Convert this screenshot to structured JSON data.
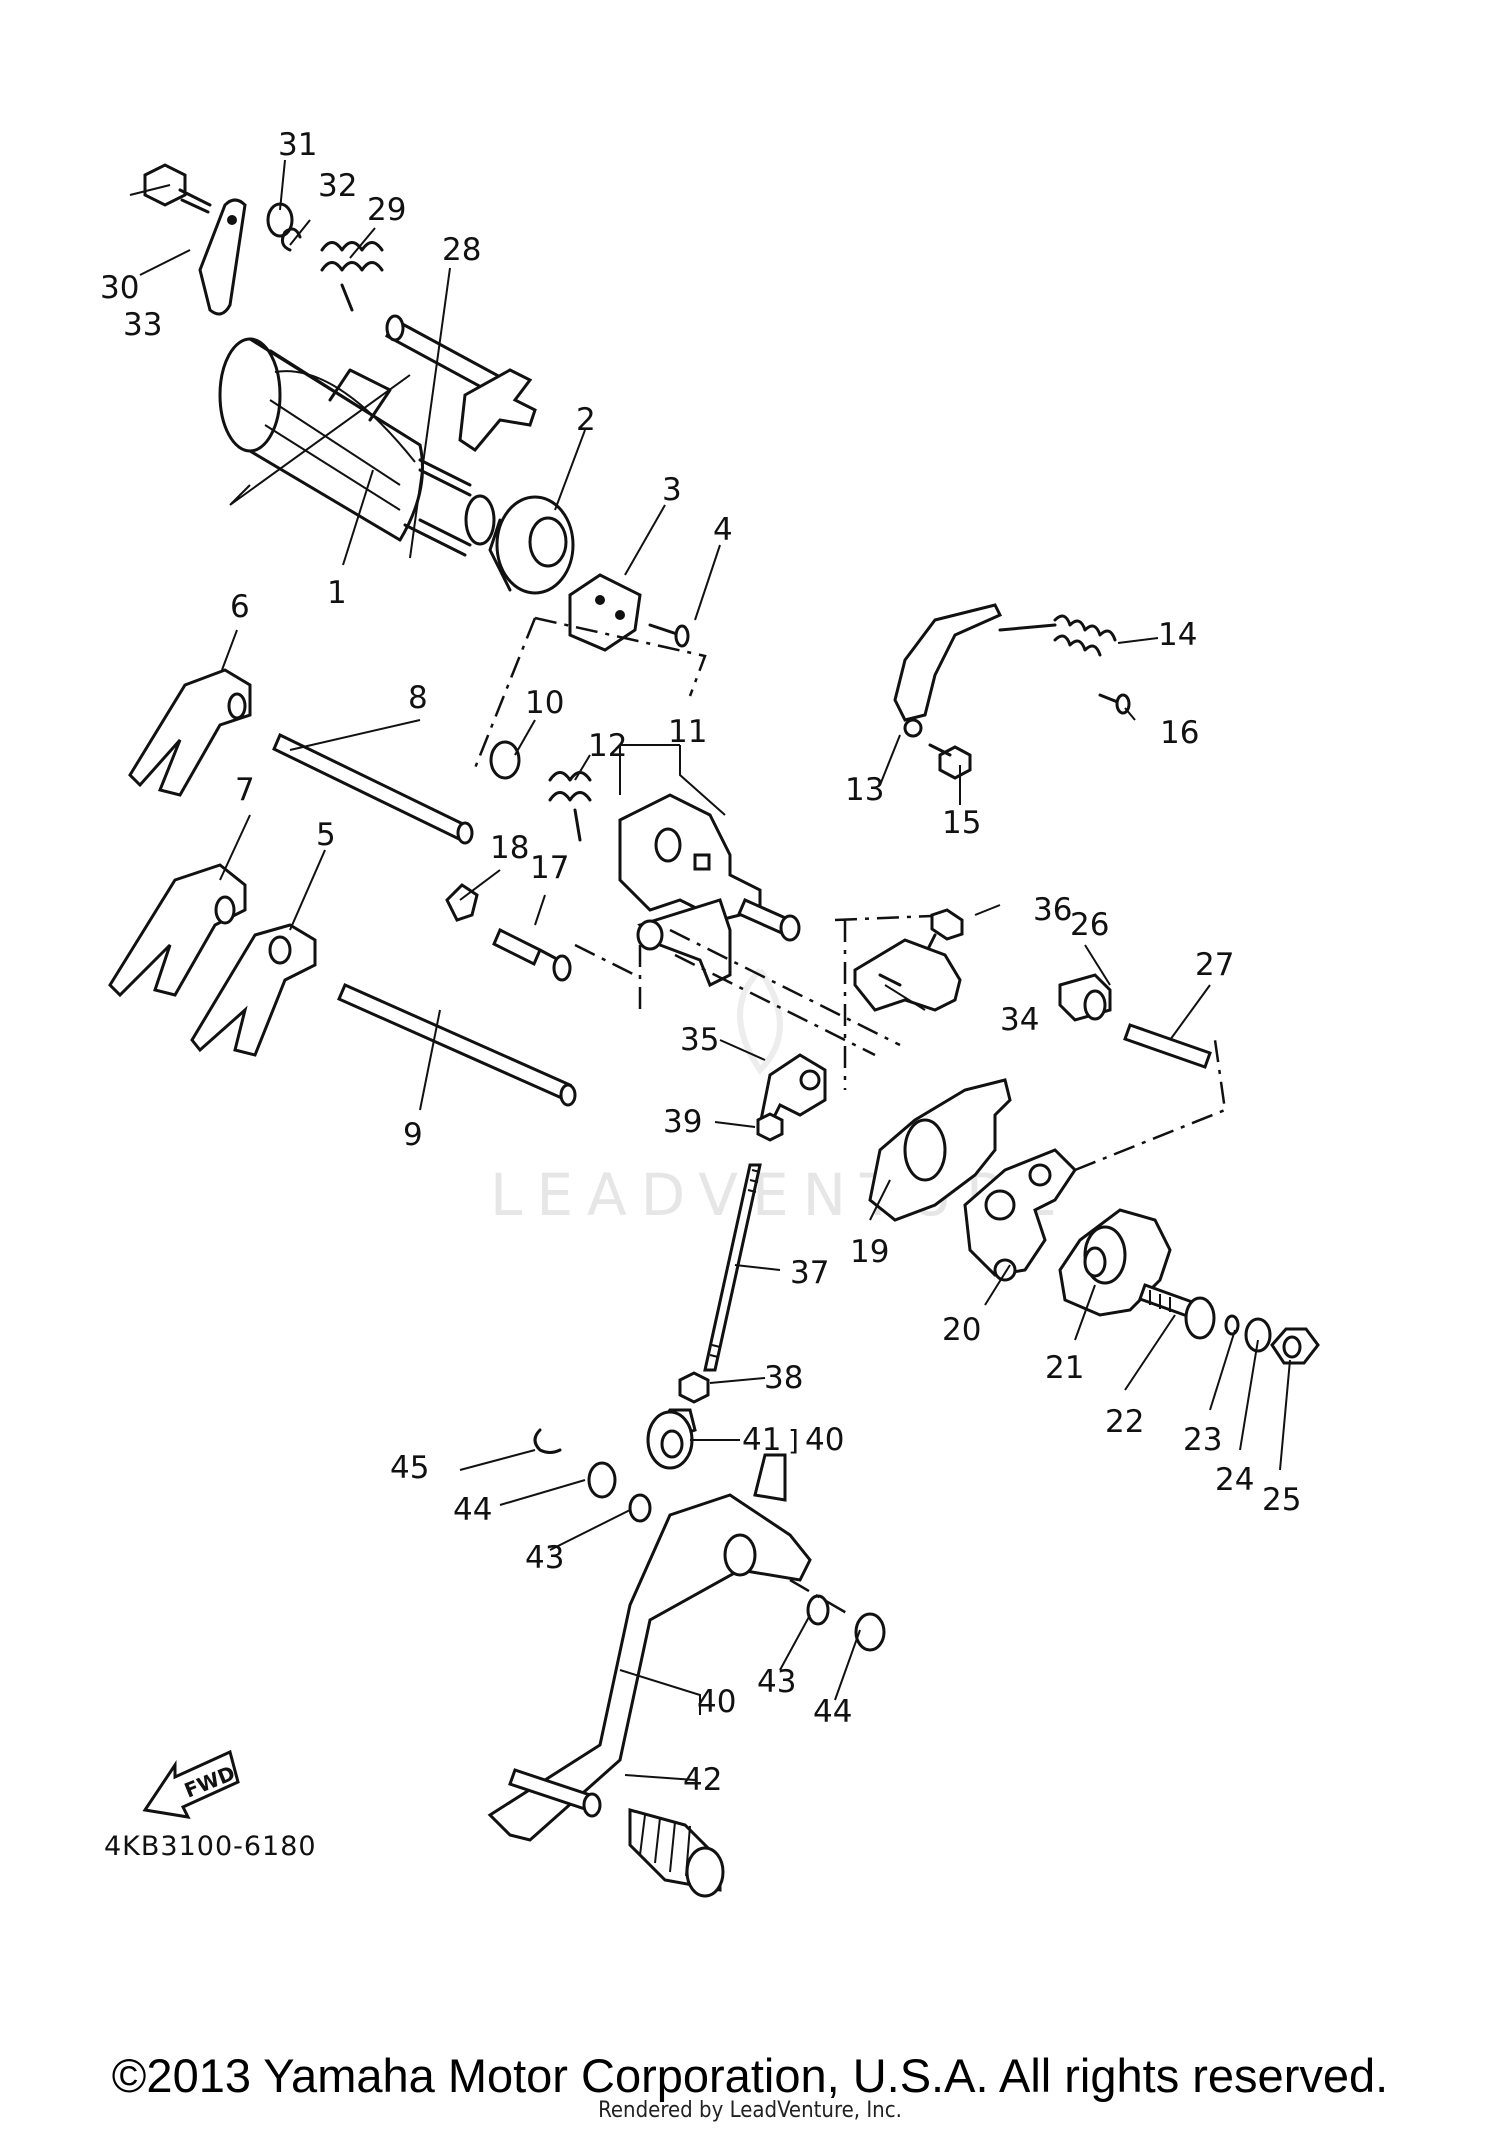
{
  "diagram": {
    "drawing_code": "4KB3100-6180",
    "watermark": "LEADVENTURE",
    "fwd_label": "FWD",
    "callouts": [
      "1",
      "2",
      "3",
      "4",
      "5",
      "6",
      "7",
      "8",
      "9",
      "10",
      "11",
      "12",
      "13",
      "14",
      "15",
      "16",
      "17",
      "18",
      "19",
      "20",
      "21",
      "22",
      "23",
      "24",
      "25",
      "26",
      "27",
      "28",
      "29",
      "30",
      "31",
      "32",
      "33",
      "34",
      "35",
      "36",
      "37",
      "38",
      "39",
      "40",
      "41",
      "42",
      "43",
      "44",
      "45",
      "40",
      "43",
      "44"
    ]
  },
  "footer": {
    "copyright": "©2013 Yamaha Motor Corporation, U.S.A. All rights reserved.",
    "rendered_by": "Rendered by LeadVenture, Inc."
  }
}
